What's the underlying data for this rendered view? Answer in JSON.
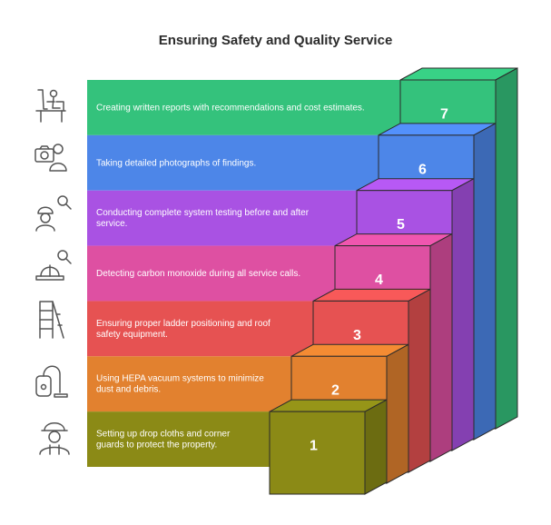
{
  "title": "Ensuring Safety and Quality Service",
  "steps": [
    {
      "number": "1",
      "lines": [
        "Setting up drop cloths and corner",
        "guards to protect the property."
      ],
      "color": "#8b8a16",
      "icon": "worker-icon"
    },
    {
      "number": "2",
      "lines": [
        "Using HEPA vacuum systems to minimize",
        "dust and debris."
      ],
      "color": "#e2812f",
      "icon": "vacuum-icon"
    },
    {
      "number": "3",
      "lines": [
        "Ensuring proper ladder positioning and roof",
        "safety equipment."
      ],
      "color": "#e65252",
      "icon": "ladder-icon"
    },
    {
      "number": "4",
      "lines": [
        "Detecting carbon monoxide during all service calls."
      ],
      "color": "#de50a2",
      "icon": "hardhat-search-icon"
    },
    {
      "number": "5",
      "lines": [
        "Conducting complete system testing before and after",
        "service."
      ],
      "color": "#a952e3",
      "icon": "inspector-search-icon"
    },
    {
      "number": "6",
      "lines": [
        "Taking detailed photographs of findings."
      ],
      "color": "#4d86e8",
      "icon": "camera-person-icon"
    },
    {
      "number": "7",
      "lines": [
        "Creating written reports with recommendations and cost estimates."
      ],
      "color": "#34c27c",
      "icon": "desk-worker-icon"
    }
  ]
}
